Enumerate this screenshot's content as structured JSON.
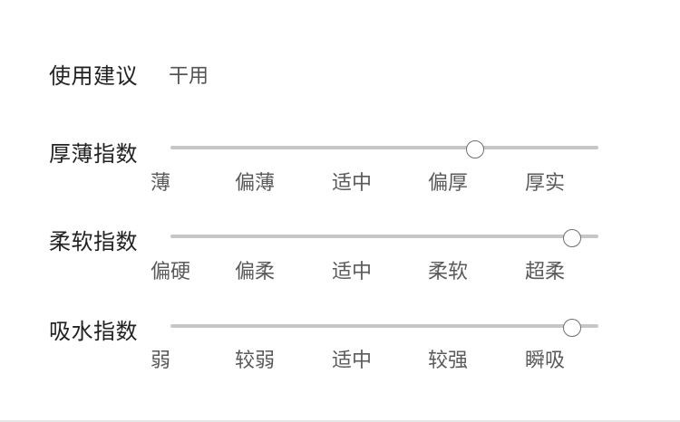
{
  "usage": {
    "label": "使用建议",
    "value": "干用"
  },
  "rows": [
    {
      "label": "厚薄指数",
      "options": [
        "薄",
        "偏薄",
        "适中",
        "偏厚",
        "厚实"
      ],
      "selected_index": 3
    },
    {
      "label": "柔软指数",
      "options": [
        "偏硬",
        "偏柔",
        "适中",
        "柔软",
        "超柔"
      ],
      "selected_index": 4
    },
    {
      "label": "吸水指数",
      "options": [
        "弱",
        "较弱",
        "适中",
        "较强",
        "瞬吸"
      ],
      "selected_index": 4
    }
  ],
  "colors": {
    "track": "#c6c6c6",
    "thumb_border": "#6f6f6f"
  }
}
